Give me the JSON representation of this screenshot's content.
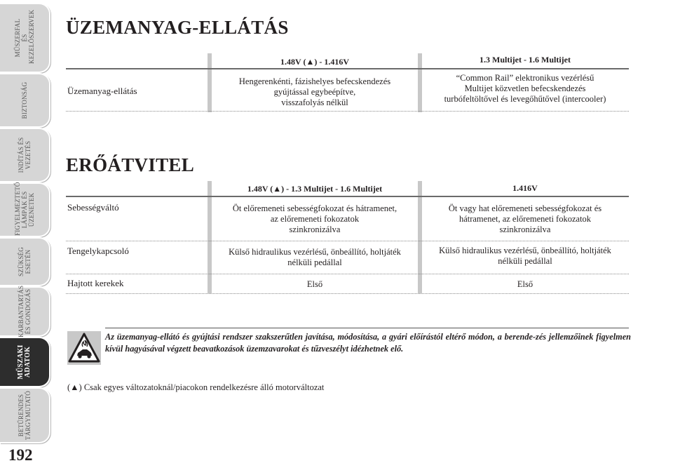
{
  "sidebar": {
    "tabs": [
      {
        "label": "MŰSZERFAL\nÉS\nKEZELŐSZERVEK"
      },
      {
        "label": "BIZTONSÁG"
      },
      {
        "label": "INDÍTÁS ÉS\nVEZETÉS"
      },
      {
        "label": "FIGYELMEZTETŐ\nLÁMPÁK ÉS\nÜZENETEK"
      },
      {
        "label": "SZÜKSÉG\nESETÉN"
      },
      {
        "label": "KARBANTARTÁS\nÉS GONDOZÁS"
      },
      {
        "label": "MŰSZAKI\nADATOK"
      },
      {
        "label": "BETŰRENDES\nTÁRGYMUTATÓ"
      }
    ],
    "page_number": "192"
  },
  "fuel": {
    "title": "ÜZEMANYAG-ELLÁTÁS",
    "col1_head": "1.48V (▲) - 1.416V",
    "col2_head": "1.3 Multijet - 1.6 Multijet",
    "row_label": "Üzemanyag-ellátás",
    "col1_value": "Hengerenkénti, fázishelyes befecskendezés\ngyújtással egybeépítve,\nvisszafolyás nélkül",
    "col2_value": "“Common Rail” elektronikus vezérlésű\nMultijet közvetlen befecskendezés\nturbófeltöltővel és levegőhűtővel (intercooler)"
  },
  "transmission": {
    "title": "ERŐÁTVITEL",
    "col1_head": "1.48V (▲) - 1.3 Multijet - 1.6 Multijet",
    "col2_head": "1.416V",
    "rows": [
      {
        "label": "Sebességváltó",
        "col1": "Öt előremeneti sebességfokozat és hátramenet,\naz előremeneti fokozatok\nszinkronizálva",
        "col2": "Öt vagy hat előremeneti sebességfokozat és\nhátramenet, az előremeneti fokozatok\nszinkronizálva"
      },
      {
        "label": "Tengelykapcsoló",
        "col1": "Külső hidraulikus vezérlésű, önbeállító, holtjáték\nnélküli pedállal",
        "col2": "Külső hidraulikus vezérlésű, önbeállító, holtjáték\nnélküli pedállal"
      },
      {
        "label": "Hajtott kerekek",
        "col1": "Első",
        "col2": "Első"
      }
    ]
  },
  "warning": {
    "text": "Az üzemanyag-ellátó és gyújtási rendszer szakszerűtlen javítása, módosítása, a gyári előírástól eltérő módon, a berende-zés jellemzőinek figyelmen kívül hagyásával végzett beavatkozások üzemzavarokat és tűzveszélyt idézhetnek elő.",
    "icon": "fire-hazard-warning-icon"
  },
  "footnote": "(▲) Csak egyes változatoknál/piacokon rendelkezésre álló motorváltozat",
  "colors": {
    "tab_bg": "#d6d6d6",
    "tab_active": "#2d2d2d",
    "separator": "#c8c8c8"
  }
}
